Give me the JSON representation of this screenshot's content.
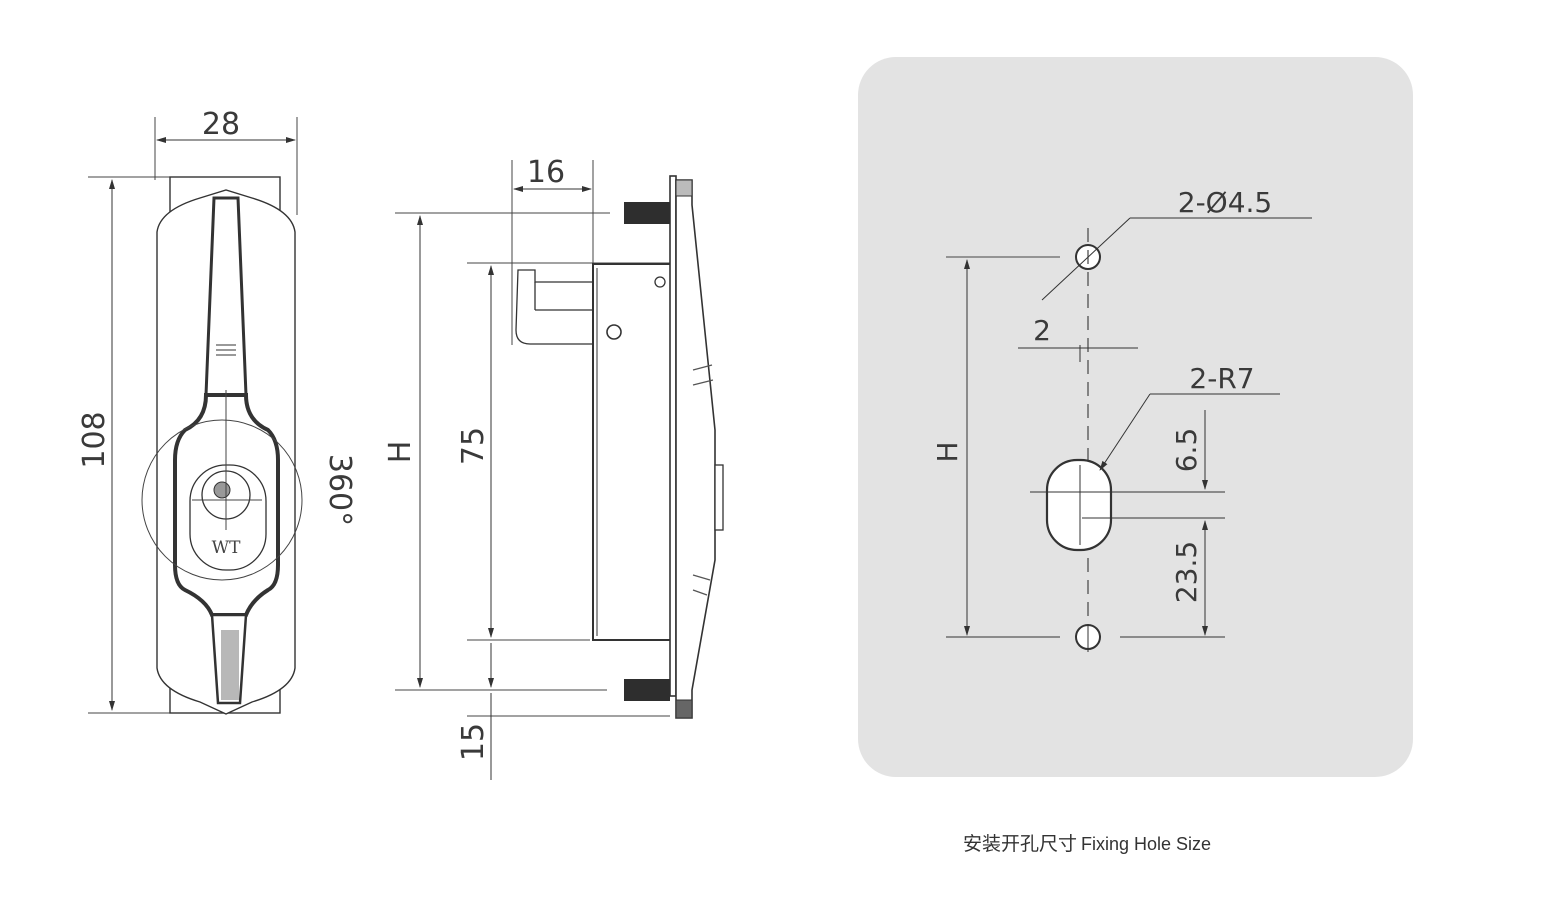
{
  "colors": {
    "background": "#ffffff",
    "panel": "#e3e3e3",
    "line": "#333333",
    "thin_line": "#444444",
    "dark_fill": "#3a3a3a",
    "grey_fill": "#b8b8b8"
  },
  "front_view": {
    "width_label": "28",
    "height_label": "108",
    "rotation_label": "360°",
    "key_label": "WT"
  },
  "side_view": {
    "depth_label": "16",
    "overall_label": "H",
    "body_label": "75",
    "offset_label": "15"
  },
  "fixing_hole_panel": {
    "hole_label": "2-Ø4.5",
    "offset_label": "2",
    "slot_label": "2-R7",
    "height_label": "H",
    "dim_upper": "6.5",
    "dim_lower": "23.5",
    "caption_cn": "安装开孔尺寸",
    "caption_en": "Fixing Hole Size"
  }
}
